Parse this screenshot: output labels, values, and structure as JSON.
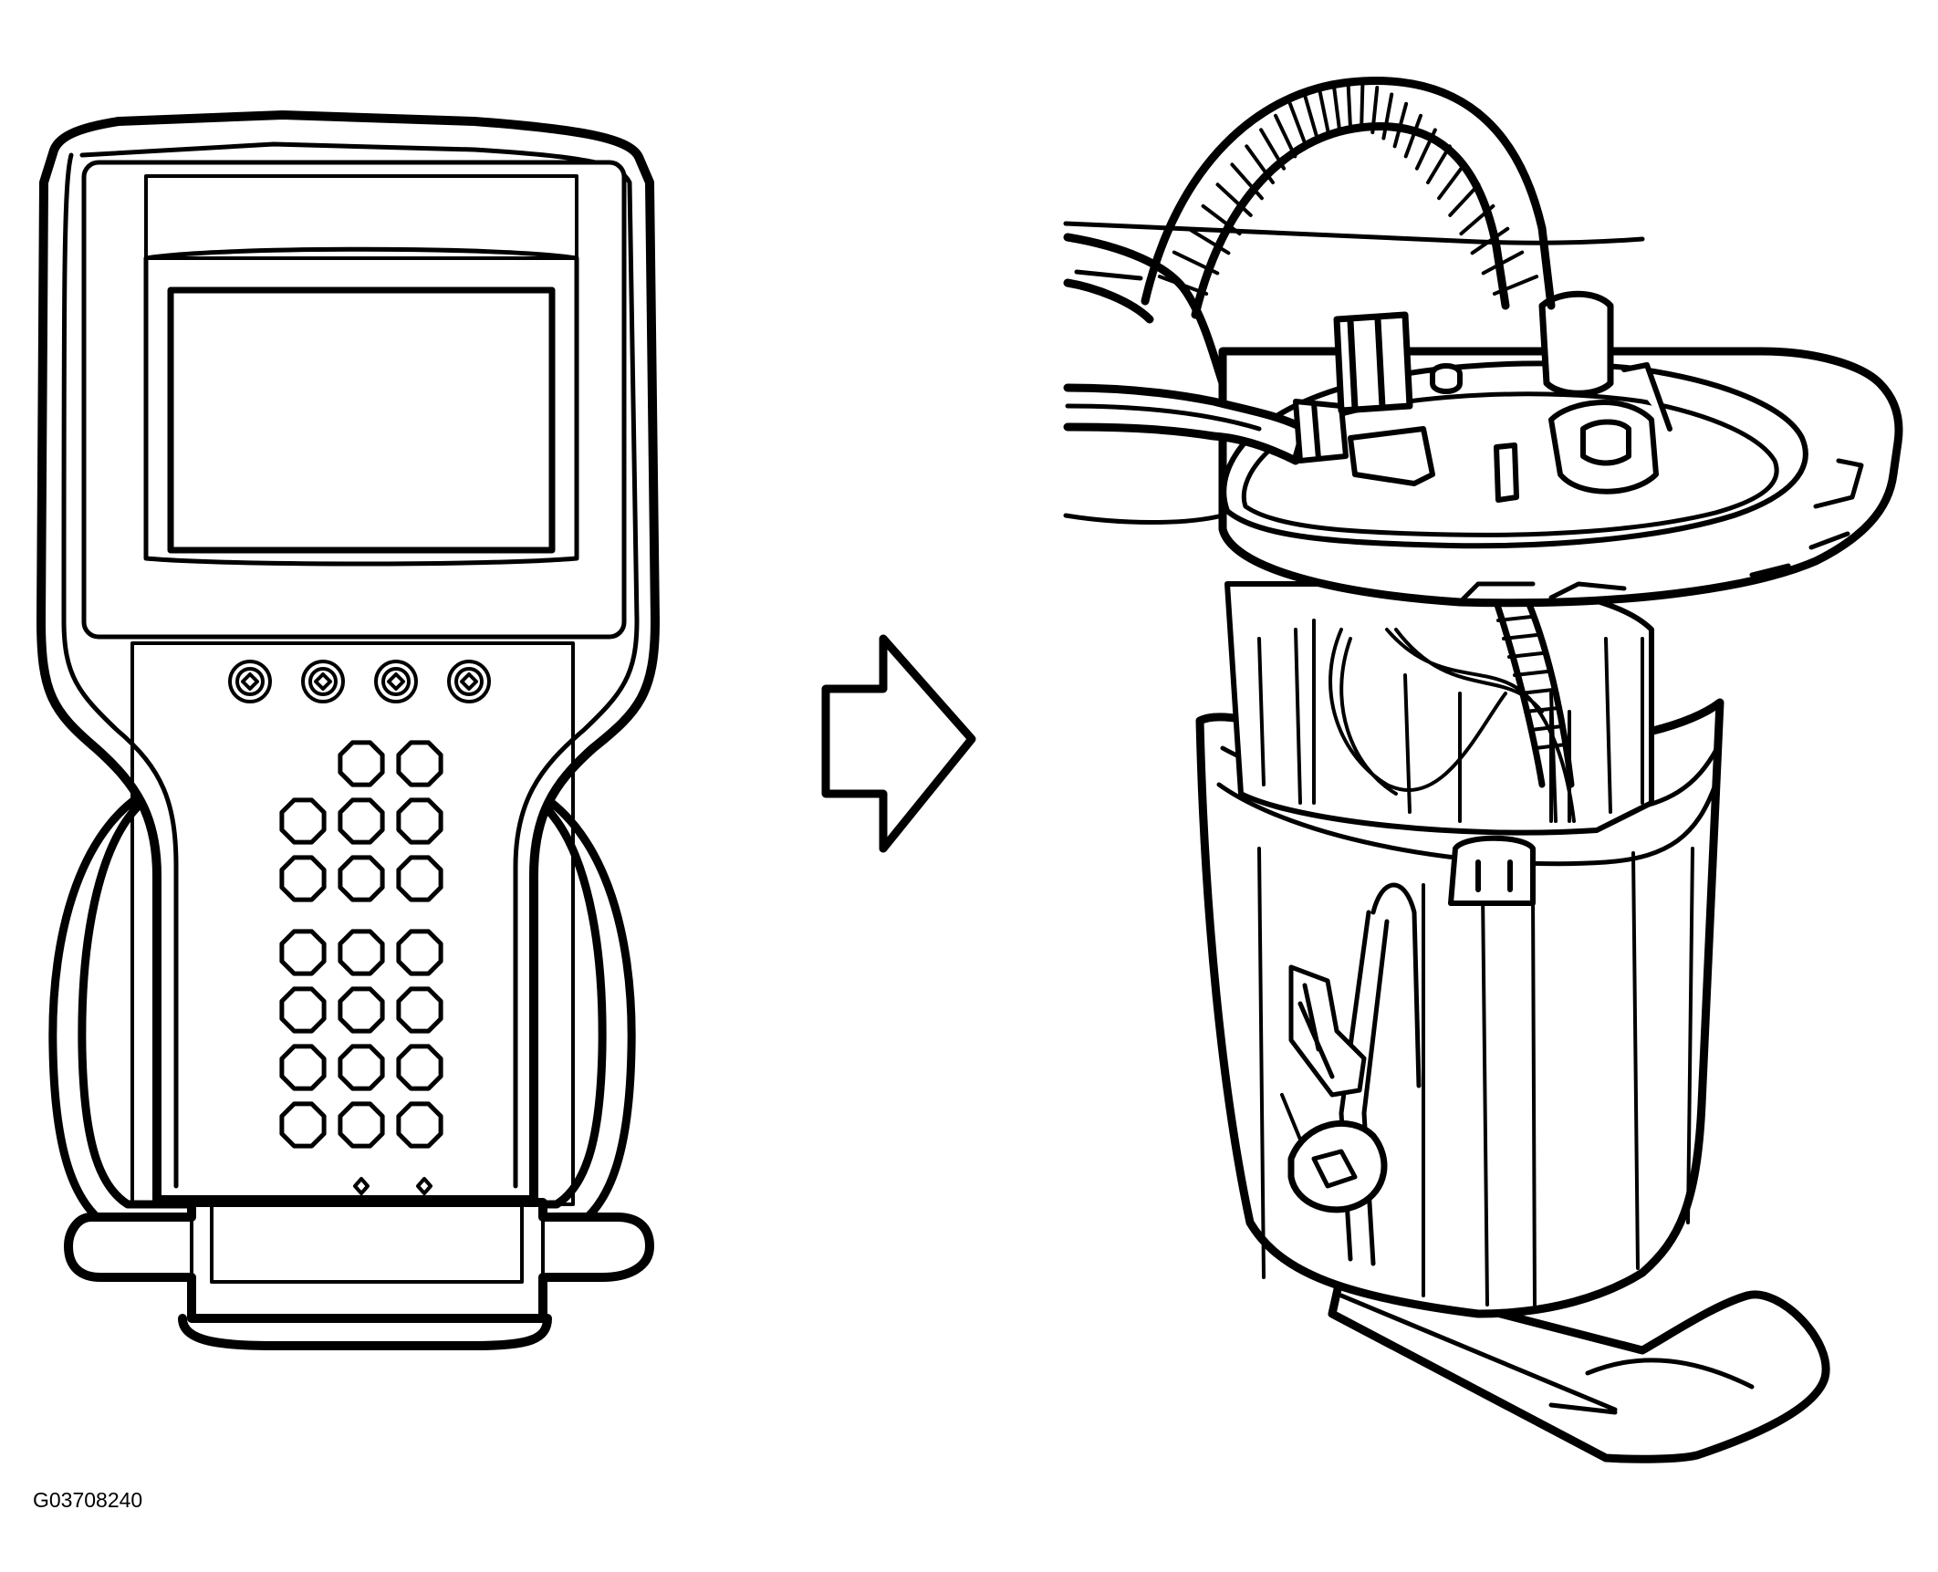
{
  "figure": {
    "id_label": "G03708240",
    "line_color": "#000000",
    "background": "#ffffff"
  },
  "parts": [
    {
      "key": "scan-tool",
      "icon": "handheld-scan-tool-icon"
    },
    {
      "key": "direction-arrow",
      "icon": "right-arrow-icon"
    },
    {
      "key": "fuel-pump-module",
      "icon": "fuel-pump-module-icon"
    }
  ],
  "scan_tool": {
    "soft_key_count": 4,
    "keypad_rows": [
      2,
      3,
      3,
      3,
      3,
      3,
      3
    ]
  }
}
